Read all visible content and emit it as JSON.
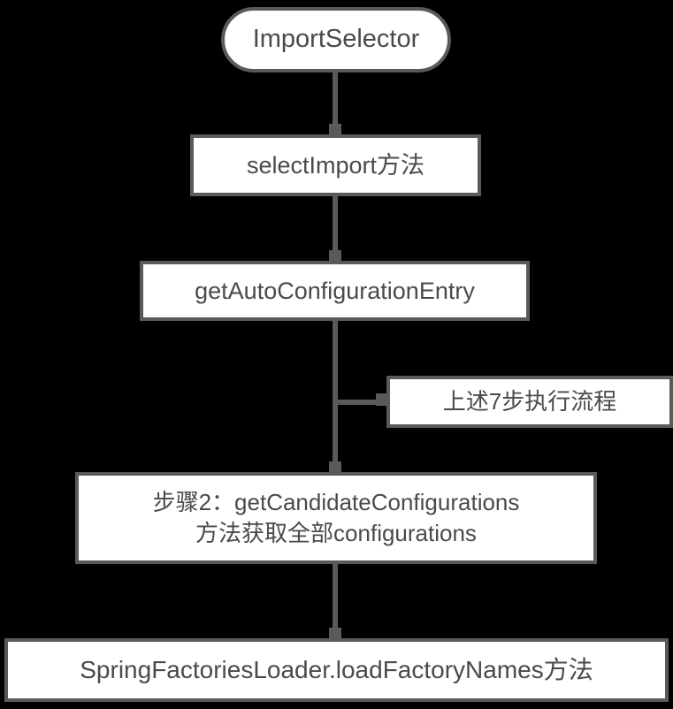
{
  "diagram": {
    "title": "ImportSelector auto-configuration flow",
    "background_color": "#000000",
    "node_fill": "#ffffff",
    "node_border_color": "#5a5a5a",
    "text_color": "#4a4a4a",
    "edge_color": "#5a5a5a",
    "arrow_marker": "square",
    "nodes": [
      {
        "id": "import-selector",
        "label": "ImportSelector",
        "shape": "stadium"
      },
      {
        "id": "select-import",
        "label": "selectImport方法",
        "shape": "rectangle"
      },
      {
        "id": "get-auto-configuration-entry",
        "label": "getAutoConfigurationEntry",
        "shape": "rectangle"
      },
      {
        "id": "seven-steps",
        "label": "上述7步执行流程",
        "shape": "rectangle"
      },
      {
        "id": "step2",
        "label": "步骤2：getCandidateConfigurations\n方法获取全部configurations",
        "shape": "rectangle"
      },
      {
        "id": "spring-factories-loader",
        "label": "SpringFactoriesLoader.loadFactoryNames方法",
        "shape": "rectangle"
      }
    ],
    "edges": [
      {
        "from": "import-selector",
        "to": "select-import"
      },
      {
        "from": "select-import",
        "to": "get-auto-configuration-entry"
      },
      {
        "from": "get-auto-configuration-entry",
        "to": "seven-steps"
      },
      {
        "from": "get-auto-configuration-entry",
        "to": "step2"
      },
      {
        "from": "step2",
        "to": "spring-factories-loader"
      }
    ]
  }
}
